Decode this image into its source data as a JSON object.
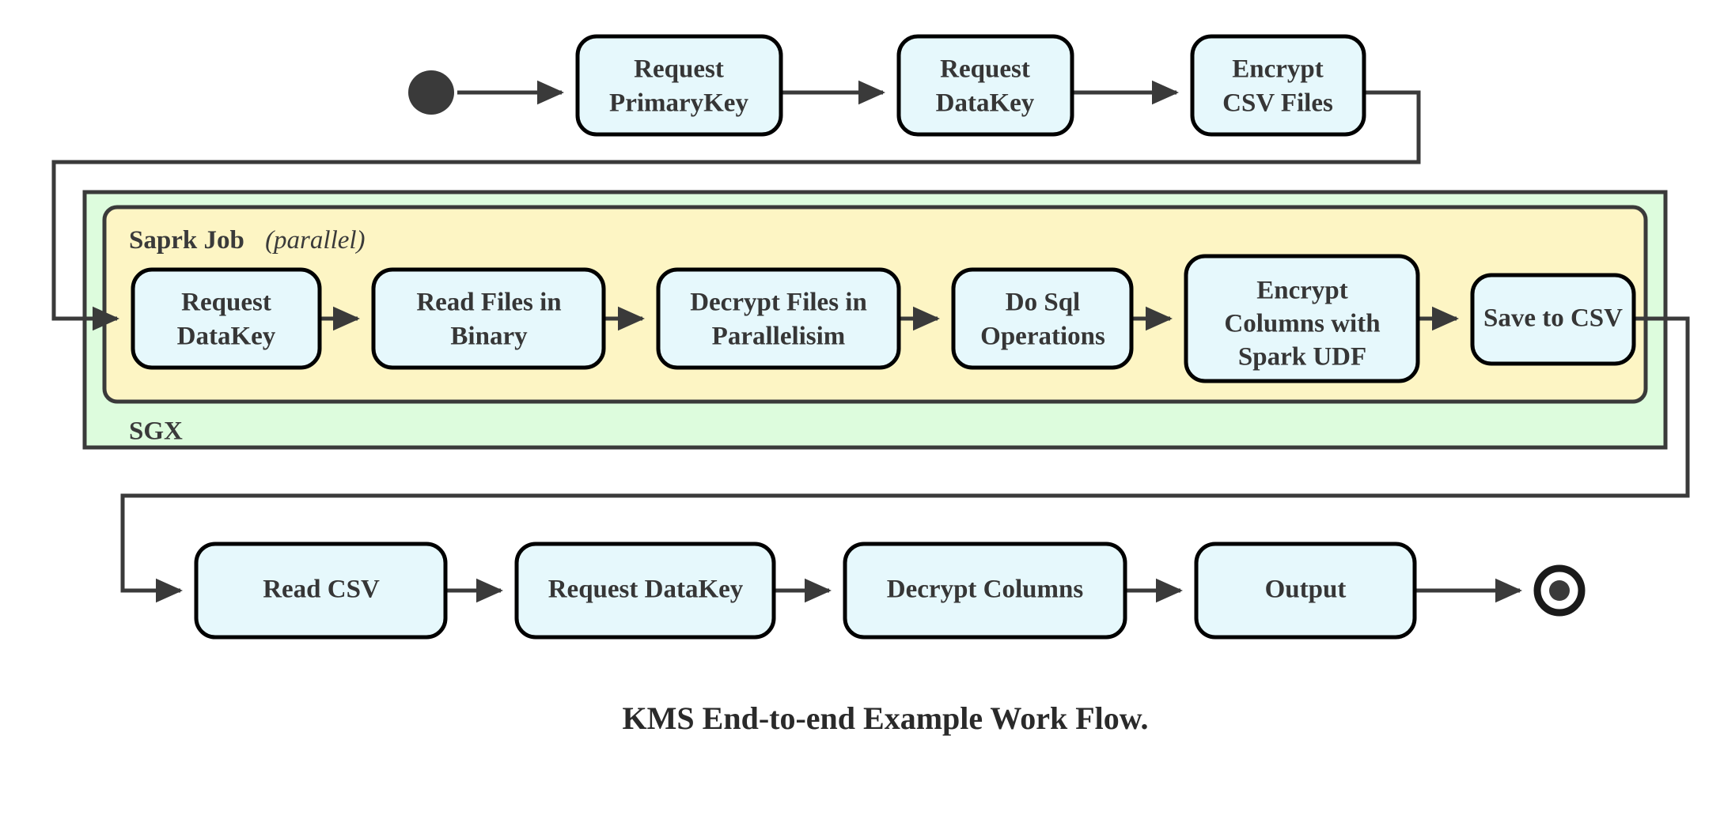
{
  "diagram": {
    "title": "KMS End-to-end Example Work Flow.",
    "type": "flowchart",
    "colors": {
      "node_fill": "#e6f8fc",
      "node_stroke": "#000000",
      "sgx_fill": "#ddfcdd",
      "spark_fill": "#fdf5c4",
      "edge_stroke": "#3a3a3a",
      "text": "#363636"
    },
    "start_marker": "filled-circle",
    "end_marker": "bullseye-circle",
    "containers": {
      "sgx": {
        "label": "SGX"
      },
      "spark": {
        "label_bold": "Saprk Job",
        "label_italic": "(parallel)"
      }
    },
    "rows": {
      "top": {
        "name": "outside-enclave-preparation",
        "nodes": [
          {
            "id": "request-primarykey",
            "lines": [
              "Request",
              "PrimaryKey"
            ]
          },
          {
            "id": "request-datakey-top",
            "lines": [
              "Request",
              "DataKey"
            ]
          },
          {
            "id": "encrypt-csv-files",
            "lines": [
              "Encrypt",
              "CSV Files"
            ]
          }
        ]
      },
      "middle": {
        "name": "spark-job-parallel",
        "nodes": [
          {
            "id": "request-datakey-spark",
            "lines": [
              "Request",
              "DataKey"
            ]
          },
          {
            "id": "read-files-in-binary",
            "lines": [
              "Read Files in",
              "Binary"
            ]
          },
          {
            "id": "decrypt-files-in-parallelisim",
            "lines": [
              "Decrypt Files in",
              "Parallelisim"
            ]
          },
          {
            "id": "do-sql-operations",
            "lines": [
              "Do Sql",
              "Operations"
            ]
          },
          {
            "id": "encrypt-columns-with-spark-udf",
            "lines": [
              "Encrypt",
              "Columns with",
              "Spark UDF"
            ]
          },
          {
            "id": "save-to-csv",
            "lines": [
              "Save to CSV"
            ]
          }
        ]
      },
      "bottom": {
        "name": "output-verification",
        "nodes": [
          {
            "id": "read-csv",
            "lines": [
              "Read CSV"
            ]
          },
          {
            "id": "request-datakey-bottom",
            "lines": [
              "Request DataKey"
            ]
          },
          {
            "id": "decrypt-columns",
            "lines": [
              "Decrypt Columns"
            ]
          },
          {
            "id": "output",
            "lines": [
              "Output"
            ]
          }
        ]
      }
    }
  }
}
